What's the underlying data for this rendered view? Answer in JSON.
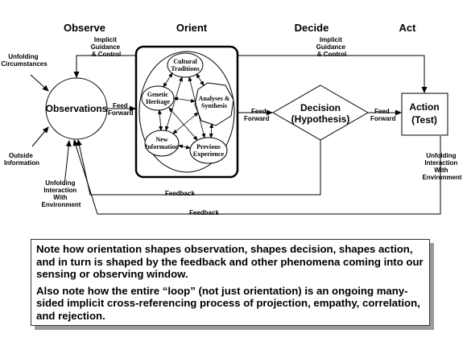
{
  "headers": {
    "observe": "Observe",
    "orient": "Orient",
    "decide": "Decide",
    "act": "Act"
  },
  "labels": {
    "implicit_guidance_orient": [
      "Implicit",
      "Guidance",
      "& Control"
    ],
    "implicit_guidance_decide": [
      "Implicit",
      "Guidance",
      "& Control"
    ],
    "unfolding_circumstances": [
      "Unfolding",
      "Circumstances"
    ],
    "outside_information": [
      "Outside",
      "Information"
    ],
    "unfolding_interaction_left": [
      "Unfolding",
      "Interaction",
      "With",
      "Environment"
    ],
    "unfolding_interaction_right": [
      "Unfolding",
      "Interaction",
      "With",
      "Environment"
    ],
    "feed_forward_1": [
      "Feed",
      "Forward"
    ],
    "feed_forward_2": [
      "Feed",
      "Forward"
    ],
    "feed_forward_3": [
      "Feed",
      "Forward"
    ],
    "feedback_1": "Feedback",
    "feedback_2": "Feedback"
  },
  "nodes": {
    "observations": "Observations",
    "decision": [
      "Decision",
      "(Hypothesis)"
    ],
    "action": [
      "Action",
      "(Test)"
    ],
    "cultural": [
      "Cultural",
      "Traditions"
    ],
    "genetic": [
      "Genetic",
      "Heritage"
    ],
    "analyses": [
      "Analyses &",
      "Synthesis"
    ],
    "new_info": [
      "New",
      "Information"
    ],
    "previous": [
      "Previous",
      "Experience"
    ]
  },
  "note": {
    "paragraph1": "Note how orientation shapes observation, shapes decision, shapes action, and in turn is shaped by the feedback and other phenomena coming into our sensing or observing window.",
    "paragraph2": "Also note how the entire “loop” (not just orientation) is an ongoing many-sided implicit cross-referencing process of projection, empathy, correlation, and rejection."
  }
}
